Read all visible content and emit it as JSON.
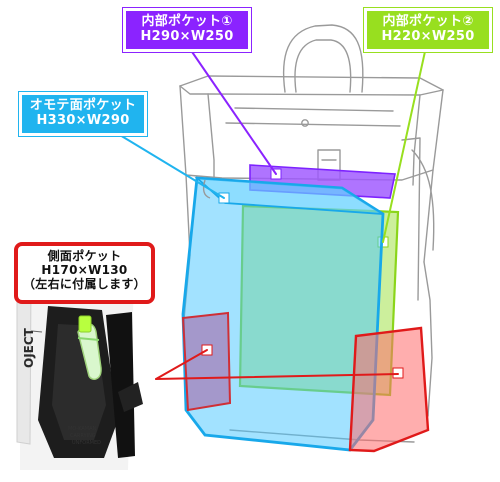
{
  "labels": {
    "inner_pocket_1": {
      "title": "内部ポケット①",
      "size": "H290×W250"
    },
    "inner_pocket_2": {
      "title": "内部ポケット②",
      "size": "H220×W250"
    },
    "front_pocket": {
      "title": "オモテ面ポケット",
      "size": "H330×W290"
    },
    "side_pocket": {
      "title": "側面ポケット",
      "size": "H170×W130",
      "note": "（左右に付属します）"
    }
  },
  "colors": {
    "purple": "#8b23ff",
    "green": "#98df1f",
    "blue": "#20b4ef",
    "red": "#e01a1a"
  },
  "product_print": {
    "vertical_text": "OJECT",
    "small_text_lines": [
      "MO-KAMAN",
      "CARRYING",
      "UNFORMED"
    ]
  }
}
